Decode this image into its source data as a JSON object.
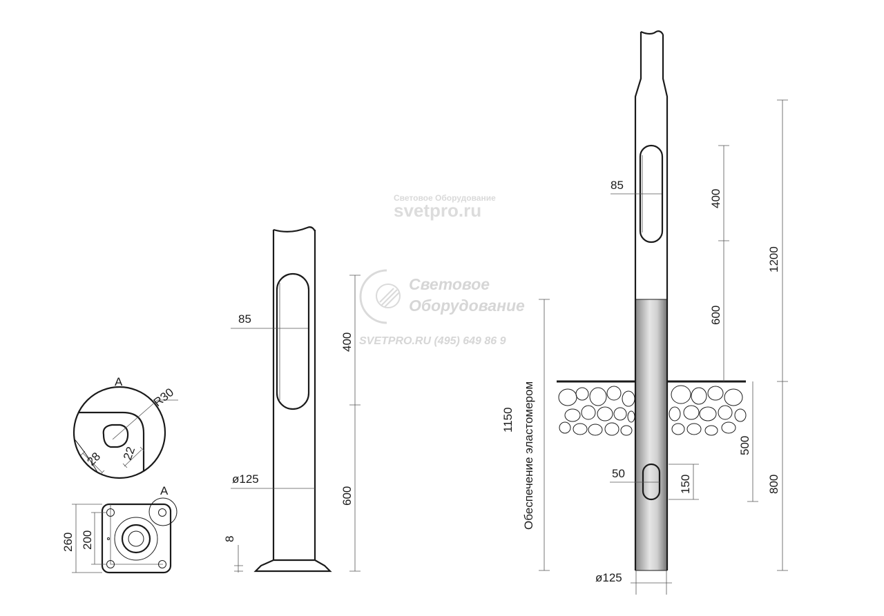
{
  "watermark": {
    "small": "Световое Оборудование",
    "site": "svetpro.ru",
    "logo_line1": "Световое",
    "logo_line2": "Оборудование",
    "contact": "SVETPRO.RU   (495) 649 86 9"
  },
  "detail_a": {
    "label": "A",
    "radius": "R30",
    "dim_28": "28",
    "dim_22": "22"
  },
  "base_plate": {
    "label": "A",
    "dim_outer": "260",
    "dim_inner": "200"
  },
  "flange_pole": {
    "slot_width": "85",
    "diameter": "ø125",
    "flange_thickness": "8",
    "dim_upper": "400",
    "dim_lower": "600"
  },
  "ground_pole": {
    "slot_width": "85",
    "lower_slot_width": "50",
    "lower_slot_height": "150",
    "diameter": "ø125",
    "dim_400": "400",
    "dim_600": "600",
    "dim_1200": "1200",
    "dim_500": "500",
    "dim_800": "800",
    "dim_1150": "1150",
    "coating_note": "Обеспечение эластомером"
  }
}
